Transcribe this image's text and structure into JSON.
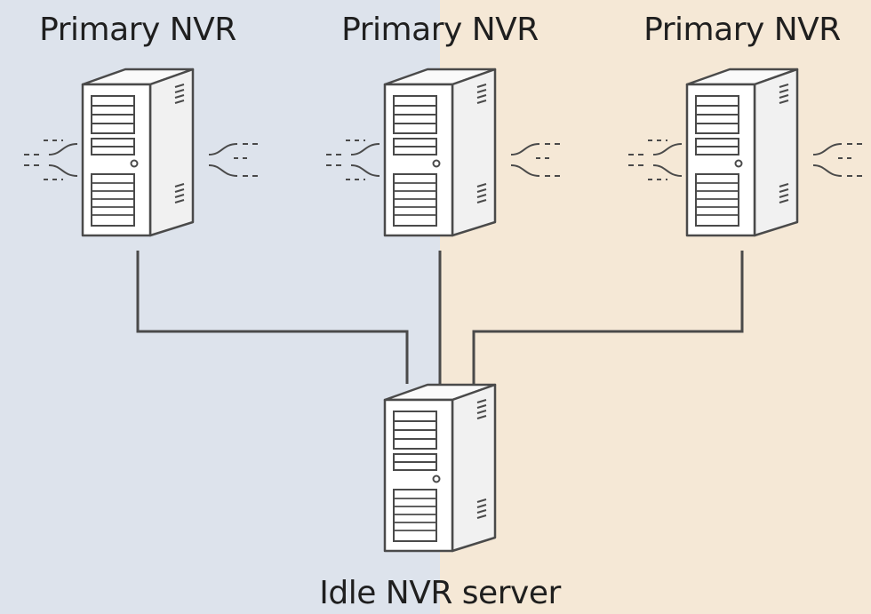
{
  "diagram": {
    "primary_label_1": "Primary NVR",
    "primary_label_2": "Primary NVR",
    "primary_label_3": "Primary NVR",
    "idle_label": "Idle NVR server"
  },
  "colors": {
    "left_background": "#dde3ec",
    "right_background": "#f5e8d6",
    "stroke": "#4a4a4a",
    "server_face": "#ffffff",
    "server_side": "#f1f1f1",
    "text": "#1f1f1f"
  },
  "icons": {
    "server": "server-tower-icon",
    "traffic": "network-traffic-icon"
  }
}
